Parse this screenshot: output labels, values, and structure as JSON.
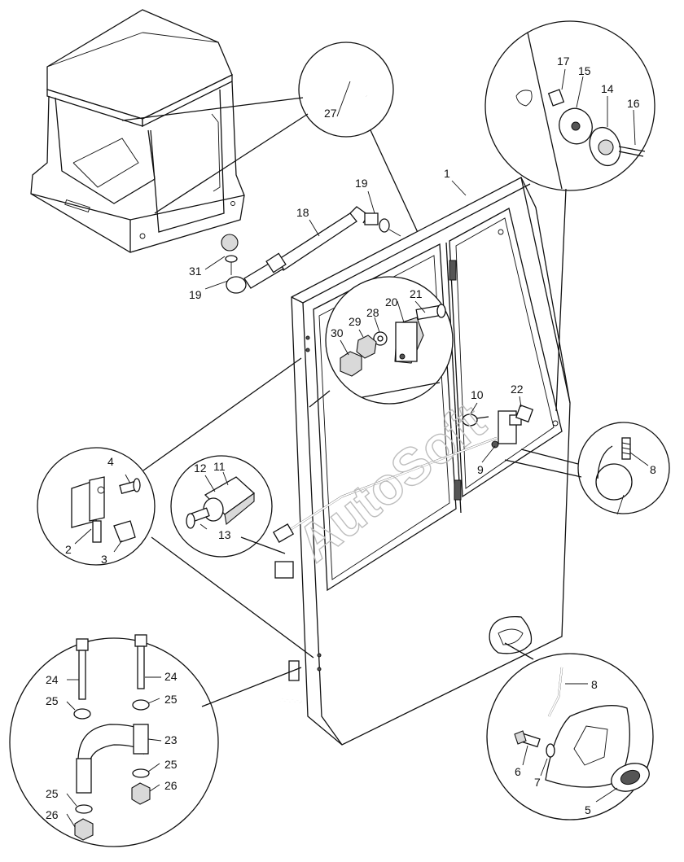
{
  "watermark": "AutoSoft",
  "callouts": [
    {
      "id": "c1",
      "text": "1"
    },
    {
      "id": "c2",
      "text": "2"
    },
    {
      "id": "c3",
      "text": "3"
    },
    {
      "id": "c4",
      "text": "4"
    },
    {
      "id": "c5",
      "text": "5"
    },
    {
      "id": "c6",
      "text": "6"
    },
    {
      "id": "c7",
      "text": "7"
    },
    {
      "id": "c8a",
      "text": "8"
    },
    {
      "id": "c8b",
      "text": "8"
    },
    {
      "id": "c9",
      "text": "9"
    },
    {
      "id": "c10",
      "text": "10"
    },
    {
      "id": "c11",
      "text": "11"
    },
    {
      "id": "c12",
      "text": "12"
    },
    {
      "id": "c13",
      "text": "13"
    },
    {
      "id": "c14",
      "text": "14"
    },
    {
      "id": "c15",
      "text": "15"
    },
    {
      "id": "c16",
      "text": "16"
    },
    {
      "id": "c17",
      "text": "17"
    },
    {
      "id": "c18",
      "text": "18"
    },
    {
      "id": "c19a",
      "text": "19"
    },
    {
      "id": "c19b",
      "text": "19"
    },
    {
      "id": "c20",
      "text": "20"
    },
    {
      "id": "c21",
      "text": "21"
    },
    {
      "id": "c22",
      "text": "22"
    },
    {
      "id": "c23",
      "text": "23"
    },
    {
      "id": "c24a",
      "text": "24"
    },
    {
      "id": "c24b",
      "text": "24"
    },
    {
      "id": "c25a",
      "text": "25"
    },
    {
      "id": "c25b",
      "text": "25"
    },
    {
      "id": "c25c",
      "text": "25"
    },
    {
      "id": "c25d",
      "text": "25"
    },
    {
      "id": "c26a",
      "text": "26"
    },
    {
      "id": "c26b",
      "text": "26"
    },
    {
      "id": "c27",
      "text": "27"
    },
    {
      "id": "c28",
      "text": "28"
    },
    {
      "id": "c29",
      "text": "29"
    },
    {
      "id": "c30",
      "text": "30"
    },
    {
      "id": "c31",
      "text": "31"
    }
  ]
}
